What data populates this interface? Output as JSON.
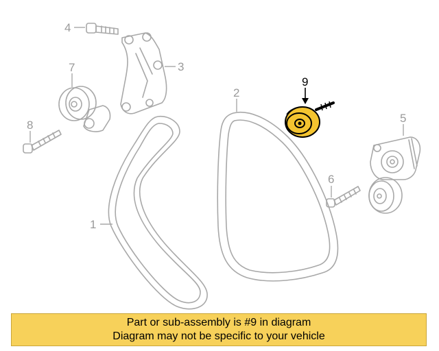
{
  "diagram": {
    "callouts": [
      "1",
      "2",
      "3",
      "4",
      "5",
      "6",
      "7",
      "8",
      "9"
    ],
    "highlighted_part": "9",
    "highlight_color": "#f4c430",
    "line_color": "#a8a8a8"
  },
  "caption": {
    "line1": "Part or sub-assembly is #9 in diagram",
    "line2": "Diagram may not be specific to your vehicle",
    "background": "#f7d15a"
  }
}
